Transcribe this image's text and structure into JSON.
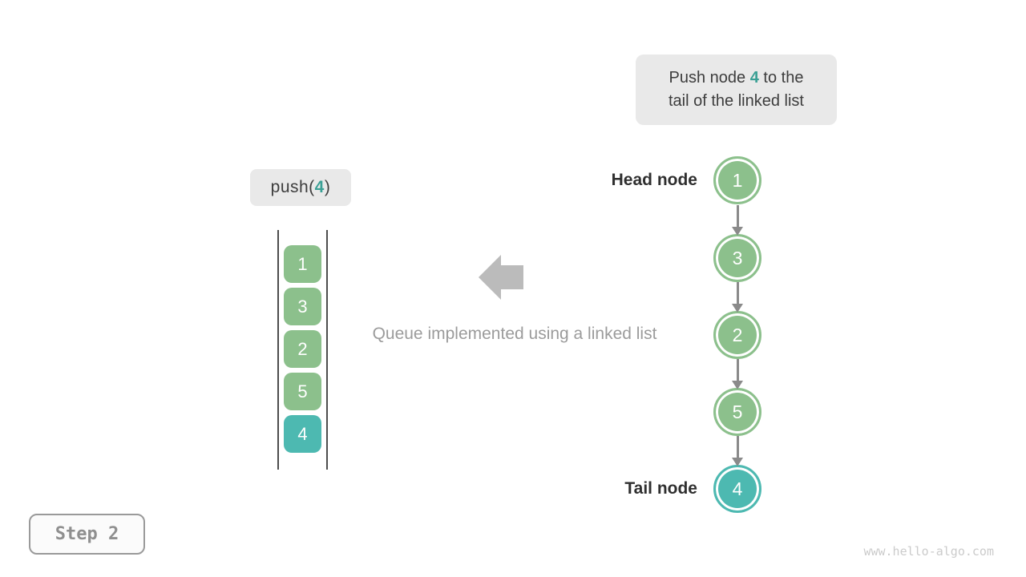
{
  "colors": {
    "node_green": "#8cc08c",
    "node_teal": "#4db9b1",
    "highlight_text_teal": "#3aa095",
    "label_box_bg": "#e9e9e9",
    "block_arrow_gray": "#bbbbbb",
    "caption_gray": "#9b9b9b",
    "dark_text": "#3d3d3d"
  },
  "info_box": {
    "line1_before": "Push node ",
    "line1_highlight": "4",
    "line1_after": " to the",
    "line2": "tail of the linked list"
  },
  "push_call": {
    "prefix": "push(",
    "arg": "4",
    "suffix": ")"
  },
  "queue": {
    "items": [
      {
        "value": "1"
      },
      {
        "value": "3"
      },
      {
        "value": "2"
      },
      {
        "value": "5"
      },
      {
        "value": "4"
      }
    ]
  },
  "caption": "Queue implemented using a linked list",
  "linked_list": {
    "head_label": "Head node",
    "tail_label": "Tail node",
    "nodes": [
      {
        "value": "1"
      },
      {
        "value": "3"
      },
      {
        "value": "2"
      },
      {
        "value": "5"
      },
      {
        "value": "4"
      }
    ]
  },
  "step_badge": "Step 2",
  "watermark": "www.hello-algo.com"
}
